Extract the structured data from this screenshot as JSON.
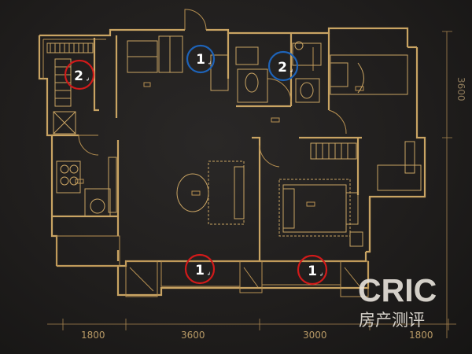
{
  "colors": {
    "background": "#1e1c1b",
    "line": "#c9a463",
    "marker_red": "#d11a1a",
    "marker_blue": "#1e63b8",
    "logo": "#e9e4dc"
  },
  "markers": [
    {
      "id": "blue-1",
      "color": "blue",
      "number": "1",
      "sub": "↲"
    },
    {
      "id": "blue-2",
      "color": "blue",
      "number": "2",
      "sub": "↲"
    },
    {
      "id": "red-2",
      "color": "red",
      "number": "2",
      "sub": "↲"
    },
    {
      "id": "red-1-left",
      "color": "red",
      "number": "1",
      "sub": "↲"
    },
    {
      "id": "red-1-right",
      "color": "red",
      "number": "1",
      "sub": "↲"
    }
  ],
  "dimensions": {
    "bottom": [
      "1800",
      "3600",
      "3000",
      "1800"
    ],
    "right": "3600"
  },
  "watermark": {
    "main": "CRIC",
    "sub": "房产测评"
  }
}
